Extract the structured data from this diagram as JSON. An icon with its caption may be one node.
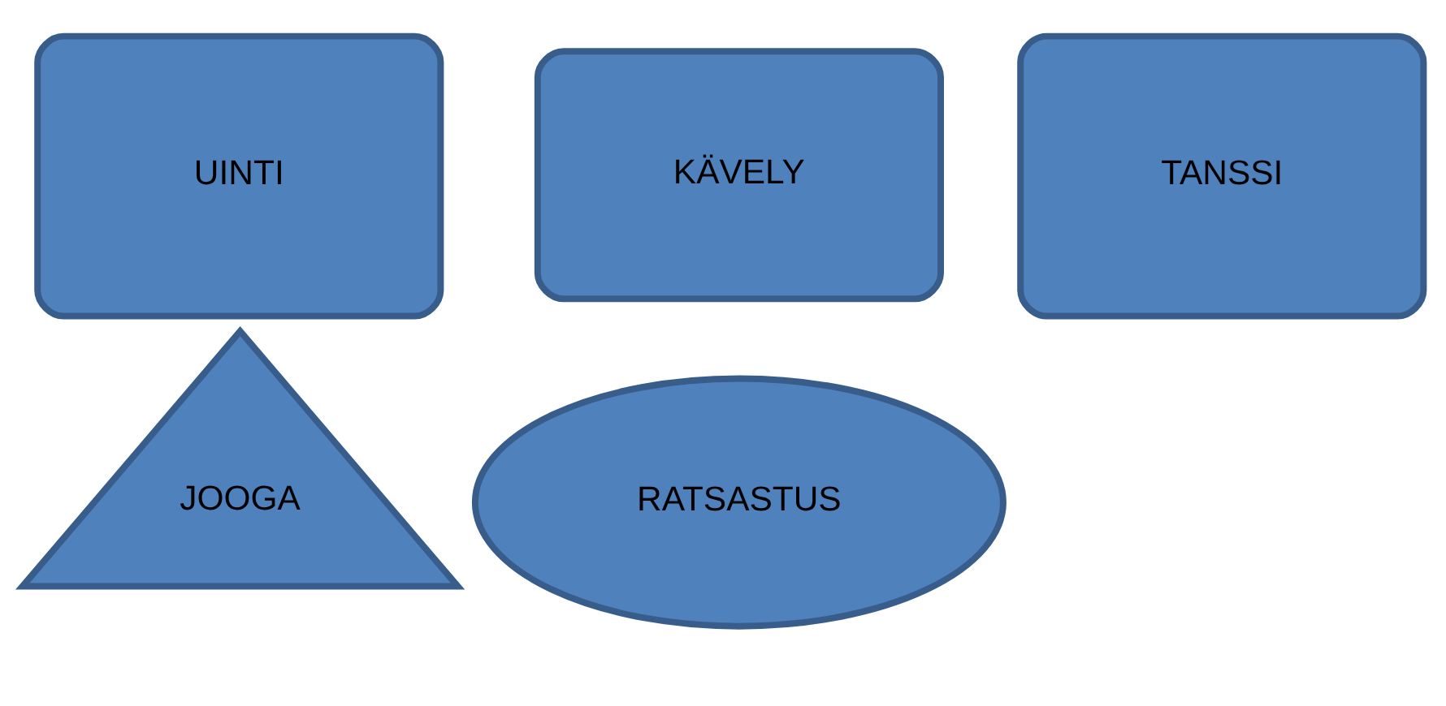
{
  "diagram": {
    "nodes": [
      {
        "text": [
          "UINTI"
        ]
      },
      {
        "text": [
          "KÄVELY"
        ]
      },
      {
        "text": [
          "TANSSI"
        ]
      },
      {
        "text": [
          "JOOGA"
        ]
      },
      {
        "text": [
          "RATSASTUS"
        ]
      }
    ]
  }
}
